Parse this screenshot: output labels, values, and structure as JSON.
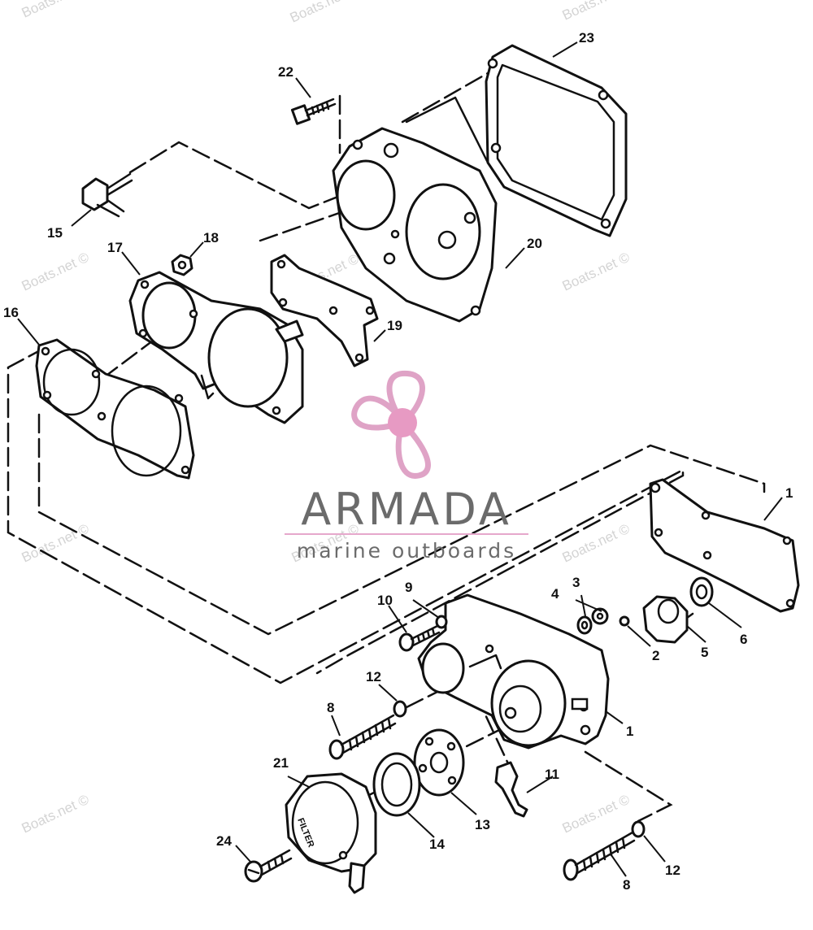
{
  "watermark": {
    "text": "Boats.net ©"
  },
  "logo": {
    "name": "ARMADA",
    "tagline": "marine outboards",
    "name_color": "#6b6b6b",
    "accent_color": "#e6a8cc",
    "propeller_color": "#dfa3c6",
    "hub_color": "#e79ac3"
  },
  "filter_label": "FILTER",
  "callouts": {
    "c1": "1",
    "c1b": "1",
    "c2": "2",
    "c3": "3",
    "c4": "4",
    "c5": "5",
    "c6": "6",
    "c8": "8",
    "c8b": "8",
    "c9": "9",
    "c10": "10",
    "c11": "11",
    "c12": "12",
    "c12b": "12",
    "c13": "13",
    "c14": "14",
    "c15": "15",
    "c16": "16",
    "c17": "17",
    "c18": "18",
    "c19": "19",
    "c20": "20",
    "c21": "21",
    "c22": "22",
    "c23": "23",
    "c24": "24"
  }
}
